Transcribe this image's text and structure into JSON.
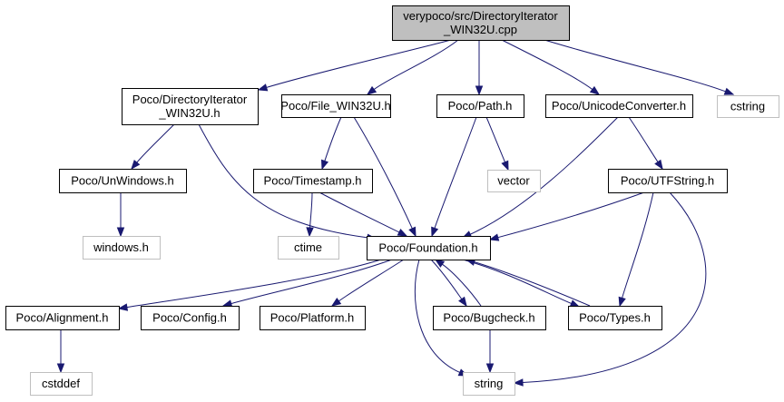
{
  "graph": {
    "edge_color": "#191970",
    "root_fill": "#bfbfbf",
    "external_border": "#bfbfbf",
    "nodes": {
      "root": {
        "lines": [
          "verypoco/src/DirectoryIterator",
          "_WIN32U.cpp"
        ],
        "kind": "root"
      },
      "diriter_h": {
        "lines": [
          "Poco/DirectoryIterator",
          "_WIN32U.h"
        ],
        "kind": "normal"
      },
      "file_win32u_h": {
        "lines": [
          "Poco/File_WIN32U.h"
        ],
        "kind": "normal"
      },
      "path_h": {
        "lines": [
          "Poco/Path.h"
        ],
        "kind": "normal"
      },
      "unicodeconverter_h": {
        "lines": [
          "Poco/UnicodeConverter.h"
        ],
        "kind": "normal"
      },
      "cstring": {
        "lines": [
          "cstring"
        ],
        "kind": "external"
      },
      "unwindows_h": {
        "lines": [
          "Poco/UnWindows.h"
        ],
        "kind": "normal"
      },
      "timestamp_h": {
        "lines": [
          "Poco/Timestamp.h"
        ],
        "kind": "normal"
      },
      "vector": {
        "lines": [
          "vector"
        ],
        "kind": "external"
      },
      "utfstring_h": {
        "lines": [
          "Poco/UTFString.h"
        ],
        "kind": "normal"
      },
      "windows_h": {
        "lines": [
          "windows.h"
        ],
        "kind": "external"
      },
      "ctime": {
        "lines": [
          "ctime"
        ],
        "kind": "external"
      },
      "foundation_h": {
        "lines": [
          "Poco/Foundation.h"
        ],
        "kind": "normal"
      },
      "alignment_h": {
        "lines": [
          "Poco/Alignment.h"
        ],
        "kind": "normal"
      },
      "config_h": {
        "lines": [
          "Poco/Config.h"
        ],
        "kind": "normal"
      },
      "platform_h": {
        "lines": [
          "Poco/Platform.h"
        ],
        "kind": "normal"
      },
      "bugcheck_h": {
        "lines": [
          "Poco/Bugcheck.h"
        ],
        "kind": "normal"
      },
      "types_h": {
        "lines": [
          "Poco/Types.h"
        ],
        "kind": "normal"
      },
      "cstddef": {
        "lines": [
          "cstddef"
        ],
        "kind": "external"
      },
      "string": {
        "lines": [
          "string"
        ],
        "kind": "external"
      }
    },
    "edges": [
      [
        "root",
        "diriter_h"
      ],
      [
        "root",
        "file_win32u_h"
      ],
      [
        "root",
        "path_h"
      ],
      [
        "root",
        "unicodeconverter_h"
      ],
      [
        "root",
        "cstring"
      ],
      [
        "diriter_h",
        "unwindows_h"
      ],
      [
        "diriter_h",
        "foundation_h"
      ],
      [
        "unwindows_h",
        "windows_h"
      ],
      [
        "file_win32u_h",
        "timestamp_h"
      ],
      [
        "file_win32u_h",
        "foundation_h"
      ],
      [
        "timestamp_h",
        "ctime"
      ],
      [
        "timestamp_h",
        "foundation_h"
      ],
      [
        "path_h",
        "foundation_h"
      ],
      [
        "path_h",
        "vector"
      ],
      [
        "unicodeconverter_h",
        "foundation_h"
      ],
      [
        "unicodeconverter_h",
        "utfstring_h"
      ],
      [
        "utfstring_h",
        "foundation_h"
      ],
      [
        "utfstring_h",
        "types_h"
      ],
      [
        "utfstring_h",
        "string"
      ],
      [
        "foundation_h",
        "alignment_h"
      ],
      [
        "foundation_h",
        "config_h"
      ],
      [
        "foundation_h",
        "platform_h"
      ],
      [
        "foundation_h",
        "bugcheck_h"
      ],
      [
        "foundation_h",
        "types_h"
      ],
      [
        "foundation_h",
        "string"
      ],
      [
        "bugcheck_h",
        "foundation_h"
      ],
      [
        "bugcheck_h",
        "string"
      ],
      [
        "types_h",
        "foundation_h"
      ],
      [
        "alignment_h",
        "cstddef"
      ]
    ]
  }
}
